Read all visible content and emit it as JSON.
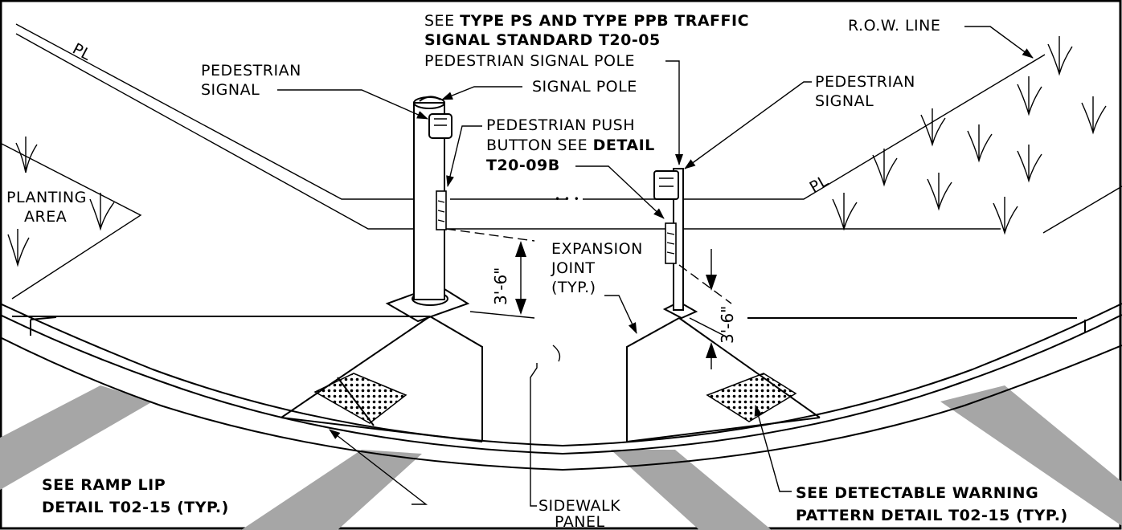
{
  "labels": {
    "pl_left": "PL",
    "pl_right": "PL",
    "pl_dots": "• • •",
    "row_line": "R.O.W. LINE",
    "see_type_1_a": "SEE ",
    "see_type_1_b": "TYPE PS AND TYPE PPB TRAFFIC",
    "see_type_2": "SIGNAL STANDARD T20-05",
    "ped_signal_pole": "PEDESTRIAN SIGNAL POLE",
    "ped_signal_left_1": "PEDESTRIAN",
    "ped_signal_left_2": "SIGNAL",
    "signal_pole": "SIGNAL POLE",
    "ped_signal_right_1": "PEDESTRIAN",
    "ped_signal_right_2": "SIGNAL",
    "push_button_1": "PEDESTRIAN PUSH",
    "push_button_2a": "BUTTON SEE ",
    "push_button_2b": "DETAIL",
    "push_button_3": "T20-09B",
    "planting_1": "PLANTING",
    "planting_2": "AREA",
    "expansion_1": "EXPANSION",
    "expansion_2": "JOINT",
    "expansion_3": "(TYP.)",
    "dim_left": "3'-6\"",
    "dim_right": "3'-6\"",
    "ramp_lip_1": "SEE RAMP LIP",
    "ramp_lip_2": "DETAIL T02-15 (TYP.)",
    "sidewalk_1": "SIDEWALK",
    "sidewalk_2": "PANEL",
    "detectable_1": "SEE DETECTABLE WARNING",
    "detectable_2": "PATTERN DETAIL T02-15 (TYP.)"
  }
}
